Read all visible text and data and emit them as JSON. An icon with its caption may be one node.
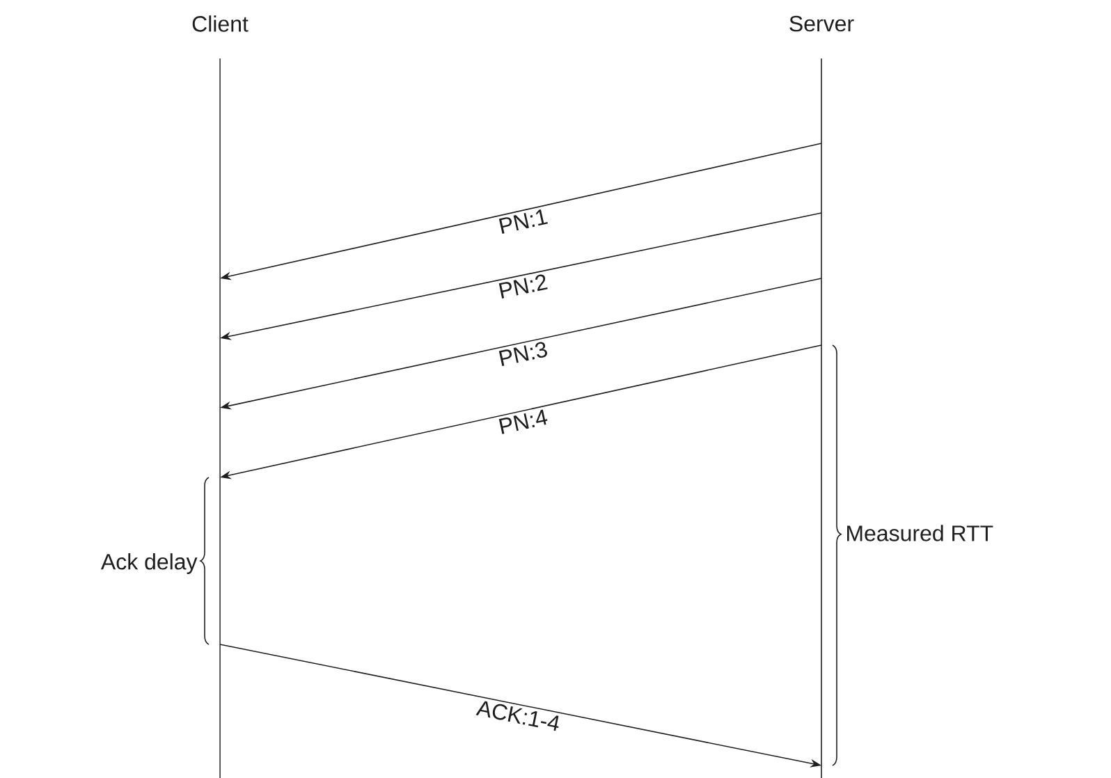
{
  "diagram": {
    "nodes": [
      {
        "text": [
          "Client"
        ]
      },
      {
        "text": [
          "Server"
        ]
      }
    ],
    "edges": [
      {
        "from": 1,
        "to": 0,
        "arrow": "to",
        "label": "PN:1"
      },
      {
        "from": 1,
        "to": 0,
        "arrow": "to",
        "label": "PN:2"
      },
      {
        "from": 1,
        "to": 0,
        "arrow": "to",
        "label": "PN:3"
      },
      {
        "from": 1,
        "to": 0,
        "arrow": "to",
        "label": "PN:4"
      },
      {
        "from": 0,
        "to": 1,
        "arrow": "to",
        "label": "ACK:1-4"
      }
    ],
    "labels": [
      "Ack delay",
      "Measured RTT"
    ]
  }
}
